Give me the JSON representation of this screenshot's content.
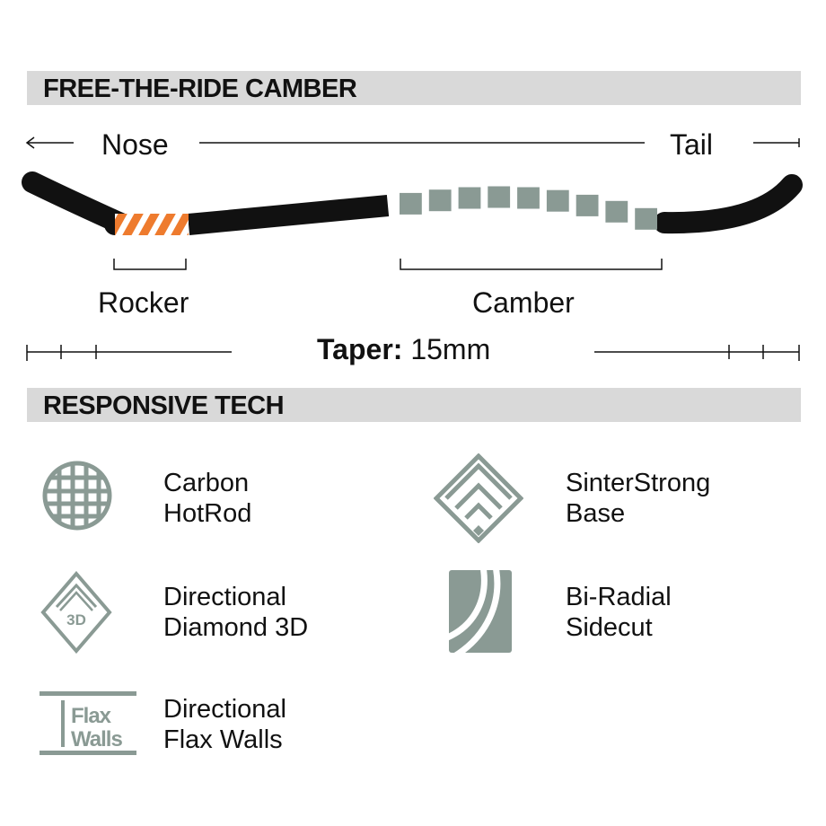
{
  "sections": {
    "camber_title": "FREE-THE-RIDE CAMBER",
    "tech_title": "RESPONSIVE TECH"
  },
  "profile": {
    "nose_label": "Nose",
    "tail_label": "Tail",
    "rocker_label": "Rocker",
    "camber_label": "Camber",
    "taper_label": "Taper:",
    "taper_value": "15mm",
    "colors": {
      "board": "#111111",
      "rocker": "#ee7b2e",
      "camber": "#8a9a94"
    }
  },
  "tech": [
    {
      "icon": "carbon-grid-icon",
      "line1": "Carbon",
      "line2": "HotRod"
    },
    {
      "icon": "sinterstrong-diamond-icon",
      "line1": "SinterStrong",
      "line2": "Base"
    },
    {
      "icon": "diamond-3d-icon",
      "icon_text": "3D",
      "line1": "Directional",
      "line2": "Diamond 3D"
    },
    {
      "icon": "bi-radial-icon",
      "line1": "Bi-Radial",
      "line2": "Sidecut"
    },
    {
      "icon": "flax-walls-icon",
      "icon_text_1": "Flax",
      "icon_text_2": "Walls",
      "line1": "Directional",
      "line2": "Flax Walls"
    }
  ],
  "icon_color": "#8a9a94"
}
